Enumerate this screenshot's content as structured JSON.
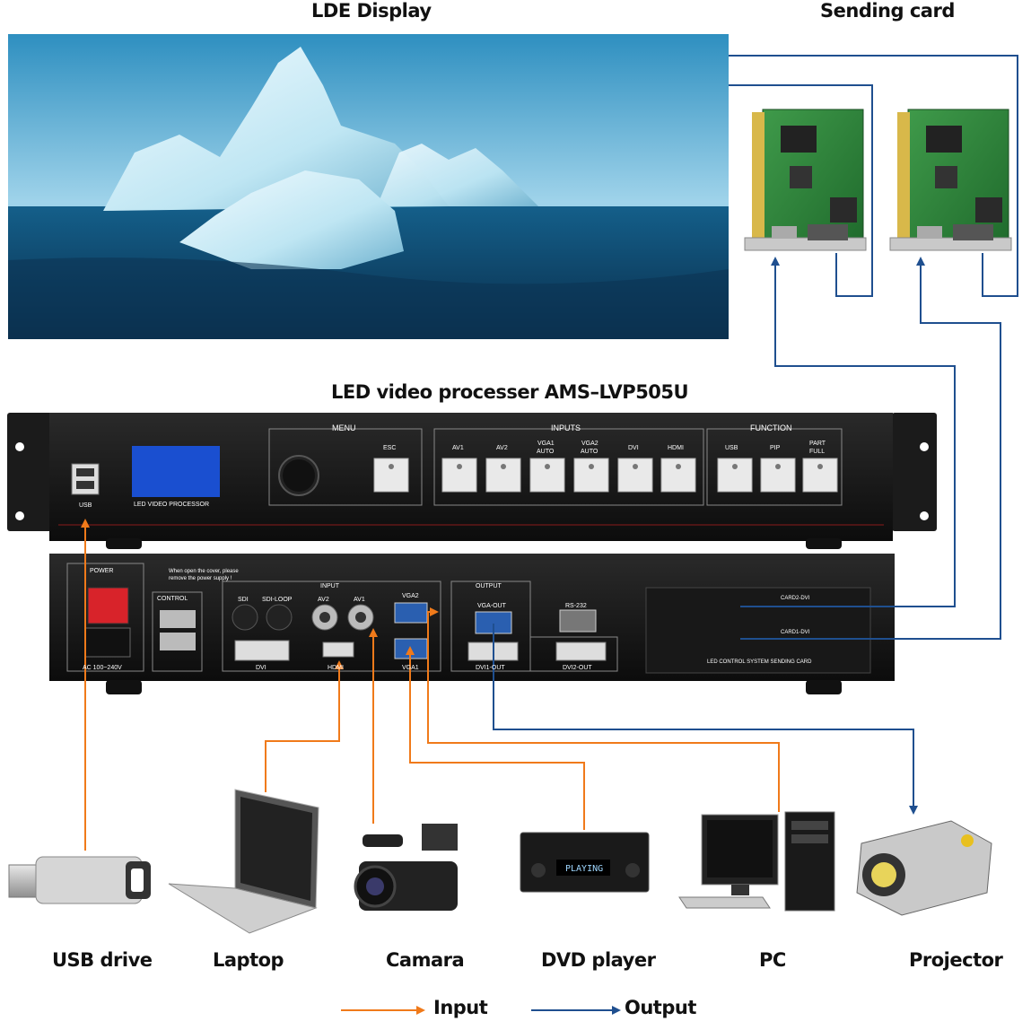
{
  "titles": {
    "display": "LDE  Display",
    "sending_card": "Sending card",
    "processor": "LED video processer AMS–LVP505U"
  },
  "front_panel": {
    "menu": "MENU",
    "inputs": "INPUTS",
    "function": "FUNCTION",
    "esc": "ESC",
    "usb": "USB",
    "lcd_label": "LED VIDEO PROCESSOR",
    "input_buttons": [
      "AV1",
      "AV2",
      "VGA1",
      "AUTO",
      "VGA2",
      "AUTO",
      "DVI",
      "HDMI"
    ],
    "function_buttons": [
      "USB",
      "PIP",
      "PART",
      "FULL"
    ]
  },
  "rear_panel": {
    "power": "POWER",
    "warning_1": "When open the cover, please",
    "warning_2": "remove the power supply !",
    "control": "CONTROL",
    "ac": "AC 100~240V",
    "input": "INPUT",
    "sdi": "SDI",
    "sdi_loop": "SDI-LOOP",
    "av2": "AV2",
    "av1": "AV1",
    "vga2": "VGA2",
    "vga1": "VGA1",
    "dvi": "DVI",
    "hdmi": "HDMI",
    "output": "OUTPUT",
    "vga_out": "VGA-OUT",
    "rs232": "RS-232",
    "dvi1_out": "DVI1-OUT",
    "dvi2_out": "DVI2-OUT",
    "card2": "CARD2-DVI",
    "card1": "CARD1-DVI",
    "sending_card_label": "LED CONTROL SYSTEM SENDING CARD"
  },
  "devices": [
    "USB drive",
    "Laptop",
    "Camara",
    "DVD player",
    "PC",
    "Projector"
  ],
  "dvd_screen": "PLAYING",
  "legend": {
    "input": "Input",
    "output": "Output"
  },
  "colors": {
    "input": "#f07a1a",
    "output": "#1f4f8f"
  }
}
